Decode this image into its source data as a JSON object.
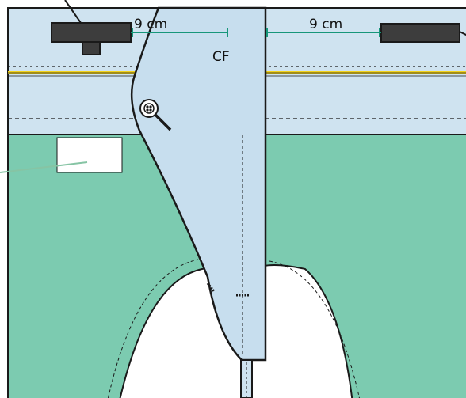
{
  "diagram": {
    "measure_left": "9 cm",
    "measure_right": "9 cm",
    "center_front": "CF"
  },
  "colors": {
    "waistband": "#cfe3f0",
    "garment": "#7ccbb0",
    "fly_piece": "#c7deee",
    "outline": "#1a1a1a",
    "stitch_line": "#f2d21b",
    "measure_line": "#17967a",
    "hook_tape": "#3d3d3d",
    "pointer_line": "#86c4a4"
  },
  "icons": {
    "button": "button-icon",
    "pointer": "leader-line"
  }
}
